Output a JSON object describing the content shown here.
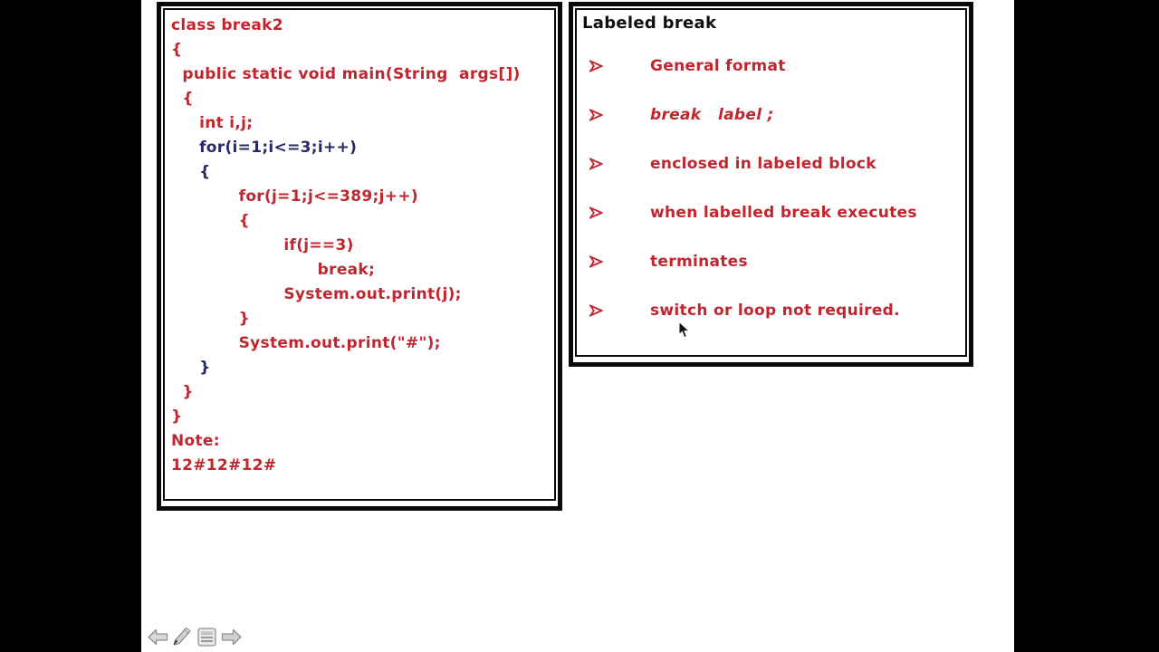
{
  "colors": {
    "code_red": "#c0262f",
    "code_navy": "#272a68",
    "bullet_red": "#c0262f",
    "title_black": "#0f0f0f",
    "frame_black": "#0a0a0a",
    "icon_gray_fill": "#d8d8d8",
    "icon_gray_stroke": "#8f8f8f"
  },
  "left_box": {
    "lines": [
      {
        "text": "class break2",
        "color": "red"
      },
      {
        "text": "{",
        "color": "red"
      },
      {
        "text": "  public static void main(String  args[])",
        "color": "red"
      },
      {
        "text": "  {",
        "color": "red"
      },
      {
        "text": "     int i,j;",
        "color": "red"
      },
      {
        "text": "     for(i=1;i<=3;i++)",
        "color": "navy"
      },
      {
        "text": "     {",
        "color": "navy"
      },
      {
        "text": "            for(j=1;j<=389;j++)",
        "color": "red"
      },
      {
        "text": "            {",
        "color": "red"
      },
      {
        "text": "                    if(j==3)",
        "color": "red"
      },
      {
        "text": "                          break;",
        "color": "red"
      },
      {
        "text": "                    System.out.print(j);",
        "color": "red"
      },
      {
        "text": "            }",
        "color": "red"
      },
      {
        "text": "            System.out.print(\"#\");",
        "color": "red"
      },
      {
        "text": "     }",
        "color": "navy"
      },
      {
        "text": "  }",
        "color": "red"
      },
      {
        "text": "}",
        "color": "red"
      },
      {
        "text": "Note:",
        "color": "red"
      },
      {
        "text": "12#12#12#",
        "color": "red"
      }
    ]
  },
  "right_box": {
    "title": "Labeled break",
    "bullet_icon": "arrowhead-right-icon",
    "bullets": [
      {
        "text": "General format",
        "style": "normal"
      },
      {
        "text": "break   label ;",
        "style": "italic"
      },
      {
        "text": "enclosed in labeled block",
        "style": "normal"
      },
      {
        "text": "when labelled break executes",
        "style": "normal"
      },
      {
        "text": "terminates",
        "style": "normal"
      },
      {
        "text": "switch or loop not required.",
        "style": "normal"
      }
    ]
  },
  "toolbar": {
    "icons": [
      {
        "name": "previous-slide",
        "glyph": "left-block-arrow"
      },
      {
        "name": "pen-tool",
        "glyph": "pencil"
      },
      {
        "name": "slide-menu",
        "glyph": "menu-box"
      },
      {
        "name": "next-slide",
        "glyph": "right-block-arrow"
      }
    ]
  }
}
